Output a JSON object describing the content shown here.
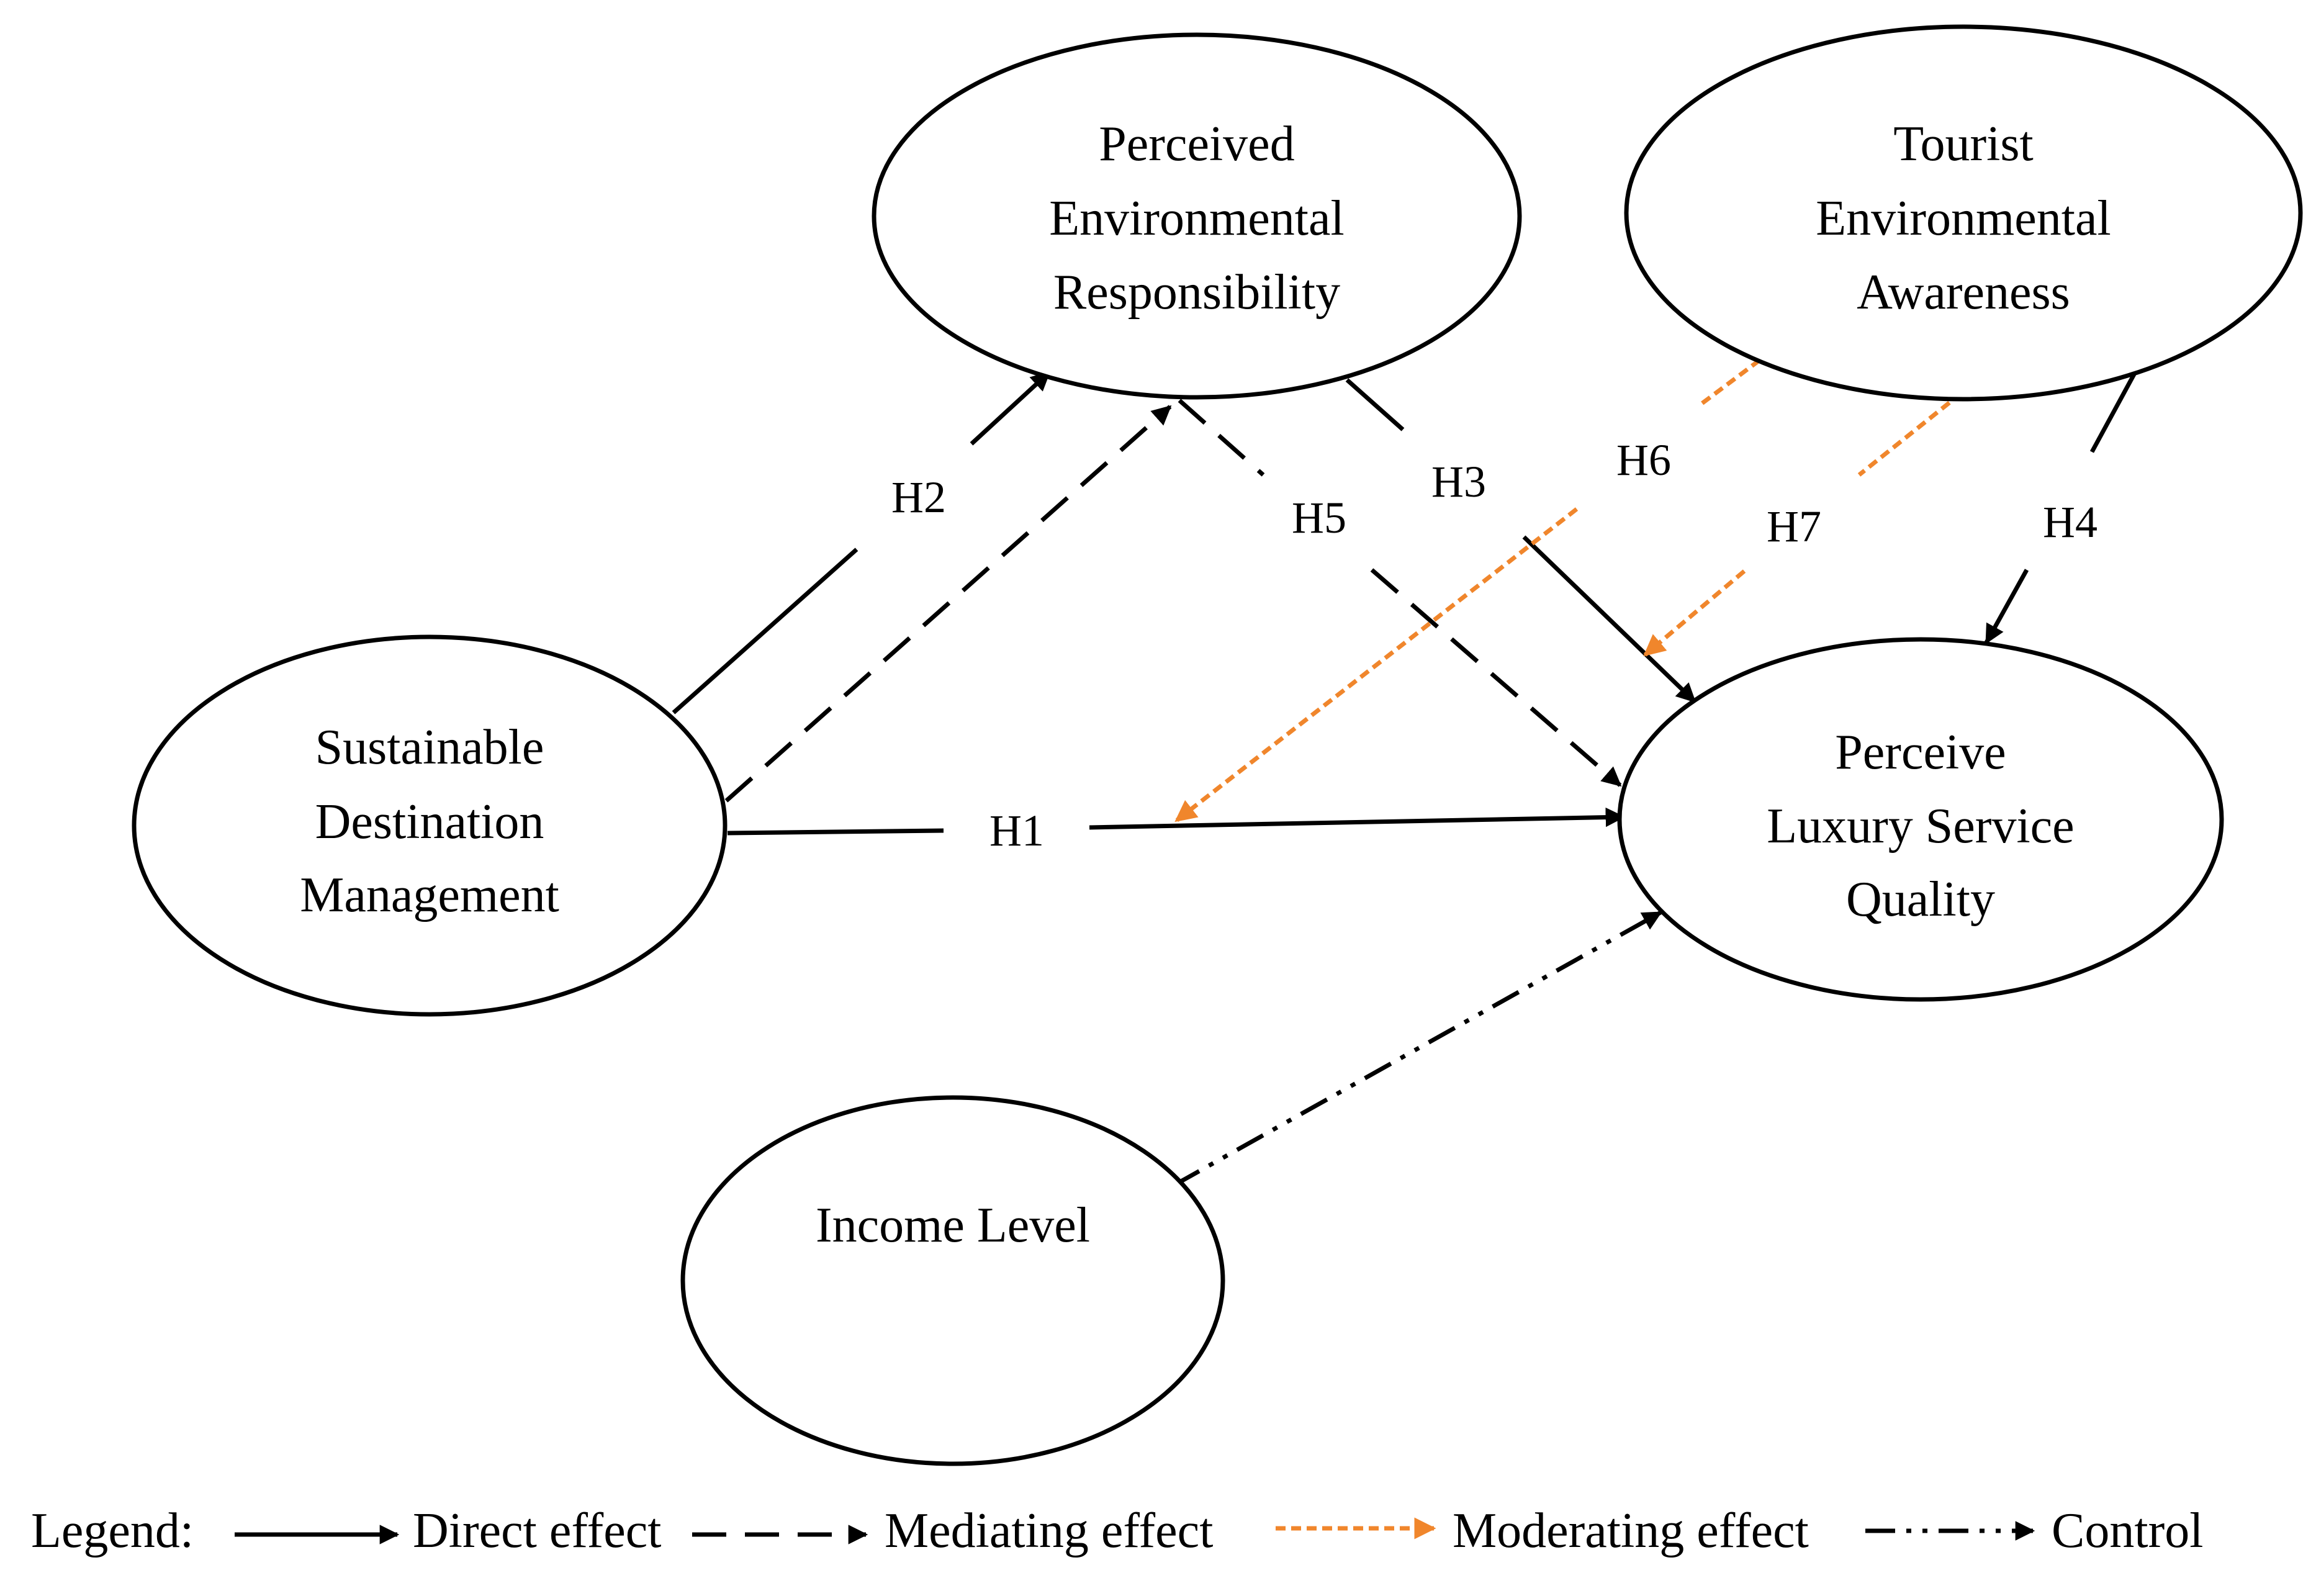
{
  "colors": {
    "line": "#000000",
    "moderating": "#f0862c",
    "background": "#ffffff"
  },
  "nodes": {
    "per": {
      "lines": [
        "Perceived",
        "Environmental",
        "Responsibility"
      ]
    },
    "tea": {
      "lines": [
        "Tourist",
        "Environmental",
        "Awareness"
      ]
    },
    "sdm": {
      "lines": [
        "Sustainable",
        "Destination",
        "Management"
      ]
    },
    "plsq": {
      "lines": [
        "Perceive",
        "Luxury Service",
        "Quality"
      ]
    },
    "income": {
      "lines": [
        "Income Level"
      ]
    }
  },
  "edges": {
    "h1": {
      "label": "H1",
      "type": "direct"
    },
    "h2": {
      "label": "H2",
      "type": "direct"
    },
    "h3": {
      "label": "H3",
      "type": "direct"
    },
    "h4": {
      "label": "H4",
      "type": "direct"
    },
    "h5": {
      "label": "H5",
      "type": "mediating"
    },
    "h6": {
      "label": "H6",
      "type": "moderating"
    },
    "h7": {
      "label": "H7",
      "type": "moderating"
    },
    "control": {
      "type": "control"
    }
  },
  "legend": {
    "title": "Legend:",
    "direct": "Direct effect",
    "mediating": "Mediating effect",
    "moderating": "Moderating effect",
    "control": "Control"
  }
}
